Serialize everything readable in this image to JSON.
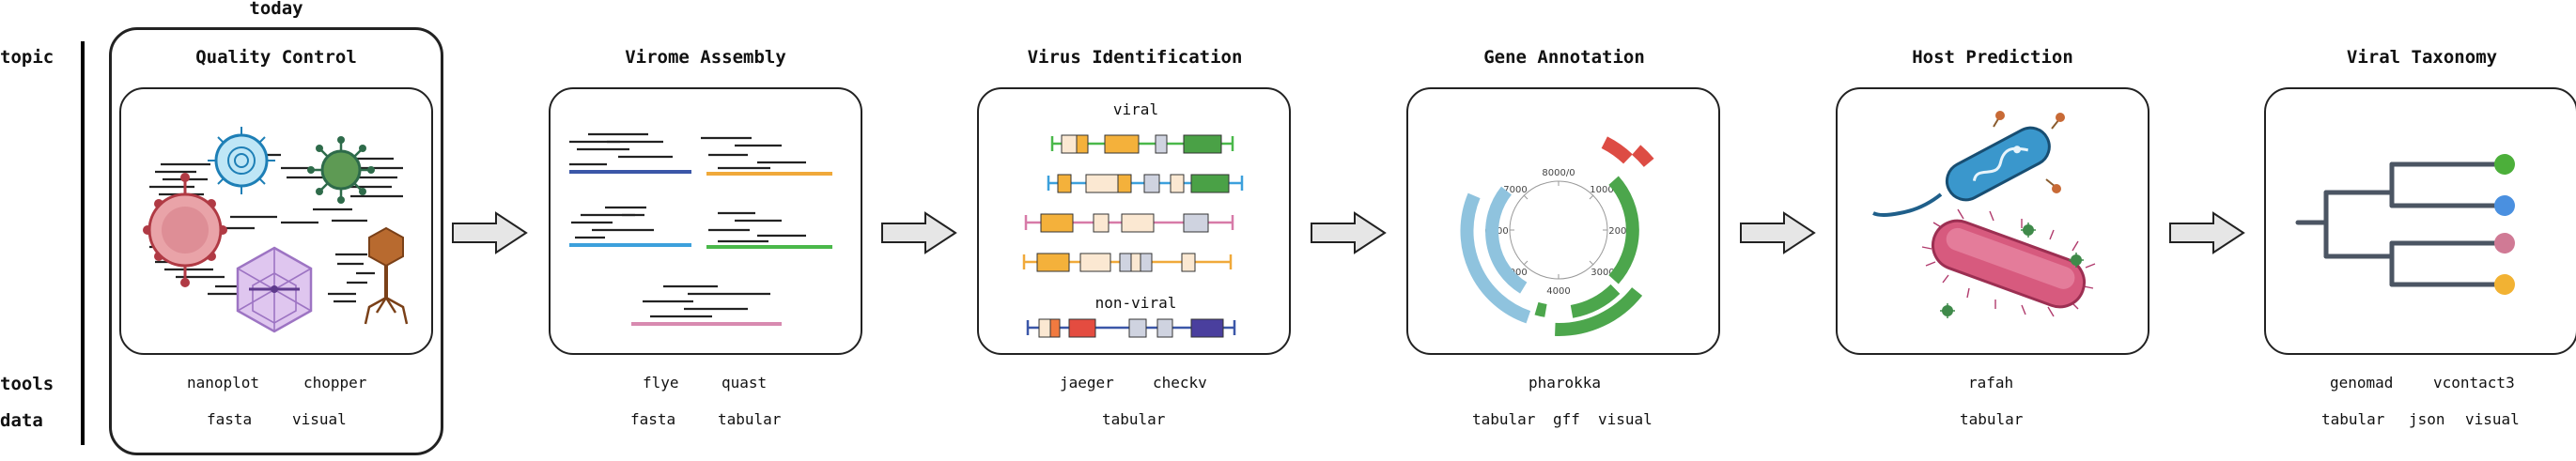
{
  "header": {
    "today": "today"
  },
  "rows": {
    "topic": "topic",
    "tools": "tools",
    "data": "data"
  },
  "stages": [
    {
      "title": "Quality Control",
      "tools": [
        "nanoplot",
        "chopper"
      ],
      "data": [
        "fasta",
        "visual"
      ]
    },
    {
      "title": "Virome Assembly",
      "tools": [
        "flye",
        "quast"
      ],
      "data": [
        "fasta",
        "tabular"
      ]
    },
    {
      "title": "Virus Identification",
      "panel_labels": [
        "viral",
        "non-viral"
      ],
      "tools": [
        "jaeger",
        "checkv"
      ],
      "data": [
        "tabular"
      ]
    },
    {
      "title": "Gene Annotation",
      "genome_ticks": [
        "8000/0",
        "1000",
        "2000",
        "3000",
        "4000",
        "5000",
        "6000",
        "7000"
      ],
      "tools": [
        "pharokka"
      ],
      "data": [
        "tabular",
        "gff",
        "visual"
      ]
    },
    {
      "title": "Host Prediction",
      "tools": [
        "rafah"
      ],
      "data": [
        "tabular"
      ]
    },
    {
      "title": "Viral Taxonomy",
      "tools": [
        "genomad",
        "vcontact3"
      ],
      "data": [
        "tabular",
        "json",
        "visual"
      ]
    }
  ],
  "colors": {
    "assembly_lines": [
      "#3b57a8",
      "#f0a93a",
      "#3ca0dc",
      "#4ab84a",
      "#d88ab0"
    ],
    "gene_ring": [
      "#8fc3de",
      "#4ca64c",
      "#dd4c44"
    ],
    "tree_tips": [
      "#4caf3a",
      "#4a90e0",
      "#d07a95",
      "#f2b233"
    ],
    "outline": "#222222",
    "arrow_fill": "#e6e6e6"
  }
}
